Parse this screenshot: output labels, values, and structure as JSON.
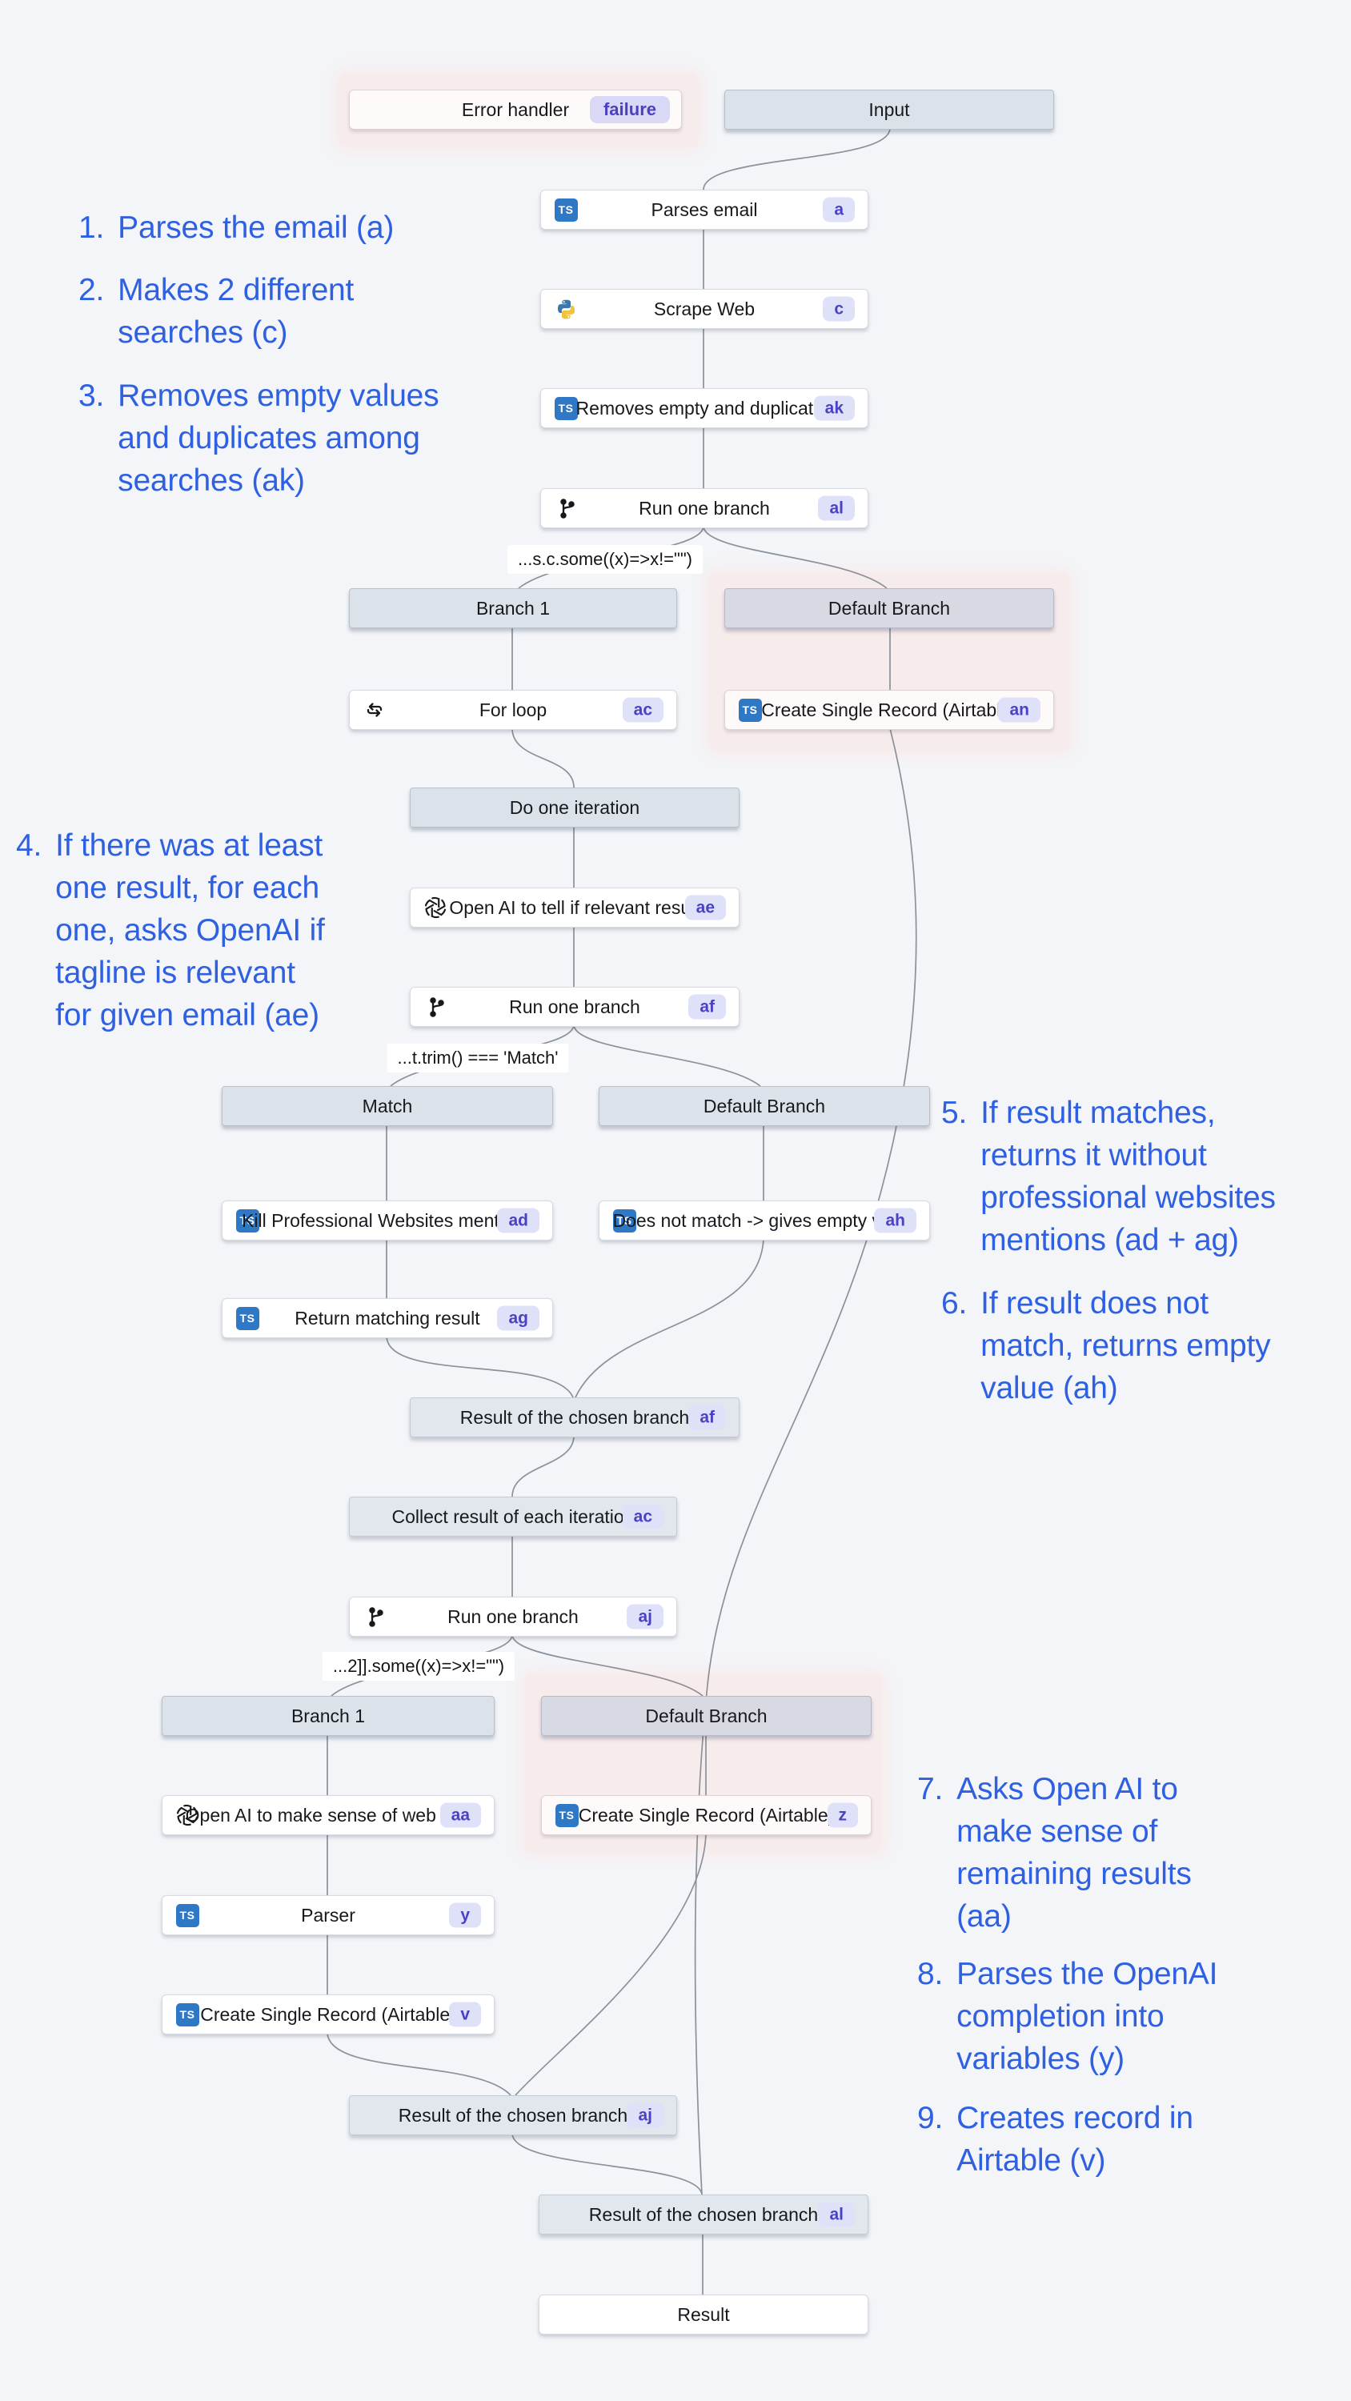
{
  "colors": {
    "bg": "#f3f5f9",
    "accent-blue": "#2e60e1",
    "line": "#8b919a",
    "badge-bg": "#dfe1f9",
    "badge-text": "#4a42c4",
    "header-bg": "#dce2e9",
    "header-purple": "#d7dae2",
    "header-light": "#e2e7ed",
    "pink": "#f7ecec",
    "node-border": "#d7dbe0",
    "ts-blue": "#2f78c5",
    "ink": "#17191d"
  },
  "icon_labels": {
    "ts": "TS"
  },
  "nodes": {
    "error_handler": {
      "label": "Error handler",
      "badge": "failure"
    },
    "input": {
      "label": "Input"
    },
    "parses_email": {
      "label": "Parses email",
      "badge": "a",
      "icon": "typescript-icon"
    },
    "scrape_web": {
      "label": "Scrape Web",
      "badge": "c",
      "icon": "python-icon"
    },
    "removes_empty": {
      "label": "Removes empty and duplicates",
      "badge": "ak",
      "icon": "typescript-icon"
    },
    "run_one_branch_al": {
      "label": "Run one branch",
      "badge": "al",
      "icon": "branch-icon"
    },
    "branch1_a": {
      "label": "Branch 1"
    },
    "default_branch_1": {
      "label": "Default Branch"
    },
    "for_loop": {
      "label": "For loop",
      "badge": "ac",
      "icon": "loop-icon"
    },
    "create_record_an": {
      "label": "Create Single Record (Airtable)",
      "badge": "an",
      "icon": "typescript-icon"
    },
    "do_one_iteration": {
      "label": "Do one iteration"
    },
    "openai_ae": {
      "label": "Open AI to tell if relevant result",
      "badge": "ae",
      "icon": "openai-icon"
    },
    "run_one_branch_af": {
      "label": "Run one branch",
      "badge": "af",
      "icon": "branch-icon"
    },
    "match_header": {
      "label": "Match"
    },
    "default_branch_2": {
      "label": "Default Branch"
    },
    "kill_mentions": {
      "label": "Kill Professional Websites mentions",
      "badge": "ad",
      "icon": "typescript-icon"
    },
    "does_not_match": {
      "label": "Does not match -> gives empty value",
      "badge": "ah",
      "icon": "typescript-icon"
    },
    "return_matching": {
      "label": "Return matching result",
      "badge": "ag",
      "icon": "typescript-icon"
    },
    "result_af": {
      "label": "Result of the chosen branch",
      "badge": "af"
    },
    "collect_ac": {
      "label": "Collect result of each iteration",
      "badge": "ac"
    },
    "run_one_branch_aj": {
      "label": "Run one branch",
      "badge": "aj",
      "icon": "branch-icon"
    },
    "branch1_b": {
      "label": "Branch 1"
    },
    "default_branch_3": {
      "label": "Default Branch"
    },
    "openai_aa": {
      "label": "Open AI to make sense of web info",
      "badge": "aa",
      "icon": "openai-icon"
    },
    "create_record_z": {
      "label": "Create Single Record (Airtable)",
      "badge": "z",
      "icon": "typescript-icon"
    },
    "parser_y": {
      "label": "Parser",
      "badge": "y",
      "icon": "typescript-icon"
    },
    "create_record_v": {
      "label": "Create Single Record (Airtable)",
      "badge": "v",
      "icon": "typescript-icon"
    },
    "result_aj": {
      "label": "Result of the chosen branch",
      "badge": "aj"
    },
    "result_al": {
      "label": "Result of the chosen branch",
      "badge": "al"
    },
    "result": {
      "label": "Result"
    }
  },
  "conditions": [
    "...s.c.some((x)=>x!=\"\")",
    "...t.trim() === 'Match'",
    "...2]].some((x)=>x!=\"\")"
  ],
  "annotations": [
    {
      "num": "1.",
      "text": "Parses the email (a)"
    },
    {
      "num": "2.",
      "text": "Makes 2 different\nsearches (c)"
    },
    {
      "num": "3.",
      "text": "Removes empty values\nand duplicates among\nsearches (ak)"
    },
    {
      "num": "4.",
      "text": "If there was at least\none result, for each\none, asks OpenAI if\ntagline is relevant\nfor given email (ae)"
    },
    {
      "num": "5.",
      "text": "If result matches,\nreturns it without\nprofessional websites\nmentions (ad + ag)"
    },
    {
      "num": "6.",
      "text": "If result does not\nmatch, returns empty\nvalue (ah)"
    },
    {
      "num": "7.",
      "text": "Asks Open AI to\nmake sense of\nremaining results\n(aa)"
    },
    {
      "num": "8.",
      "text": "Parses the OpenAI\ncompletion into\nvariables (y)"
    },
    {
      "num": "9.",
      "text": "Creates record in\nAirtable (v)"
    }
  ]
}
